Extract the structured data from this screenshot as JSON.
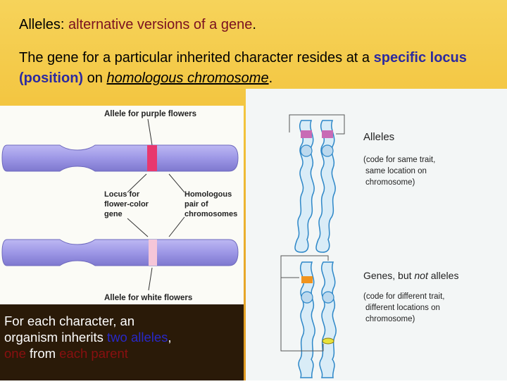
{
  "header": {
    "term": "Alleles:",
    "definition": "alternative versions of a gene",
    "period": "."
  },
  "body": {
    "part1": "The gene for a particular inherited character resides at a",
    "highlight": "specific locus (position)",
    "mid": "on",
    "italic": "homologous chromosome",
    "end": "."
  },
  "left_figure": {
    "top_label": "Allele for purple flowers",
    "locus_label": [
      "Locus for",
      "flower-color",
      "gene"
    ],
    "homolog_label": [
      "Homologous",
      "pair of",
      "chromosomes"
    ],
    "bottom_label": "Allele for white flowers",
    "colors": {
      "chromosome": "#9d97e6",
      "purple_allele": "#e8386e",
      "white_allele": "#f5c6d8"
    }
  },
  "right_figure": {
    "label1_title": "Alleles",
    "label1_note": [
      "(code for same trait,",
      "same location on",
      "chromosome)"
    ],
    "label2_prefix": "Genes, but ",
    "label2_italic": "not",
    "label2_suffix": " alleles",
    "label2_note": [
      "(code for different trait,",
      "different locations on",
      "chromosome)"
    ],
    "colors": {
      "chromosome": "#d9ecf7",
      "allele_band": "#c86bb5",
      "orange_band": "#f0941e",
      "yellow_band": "#e8e23a"
    }
  },
  "box": {
    "line1": "For each character, an",
    "line2a": "organism inherits ",
    "line2b": "two alleles",
    "line2c": ",",
    "line3a": "one",
    "line3b": " from ",
    "line3c": "each parent"
  }
}
